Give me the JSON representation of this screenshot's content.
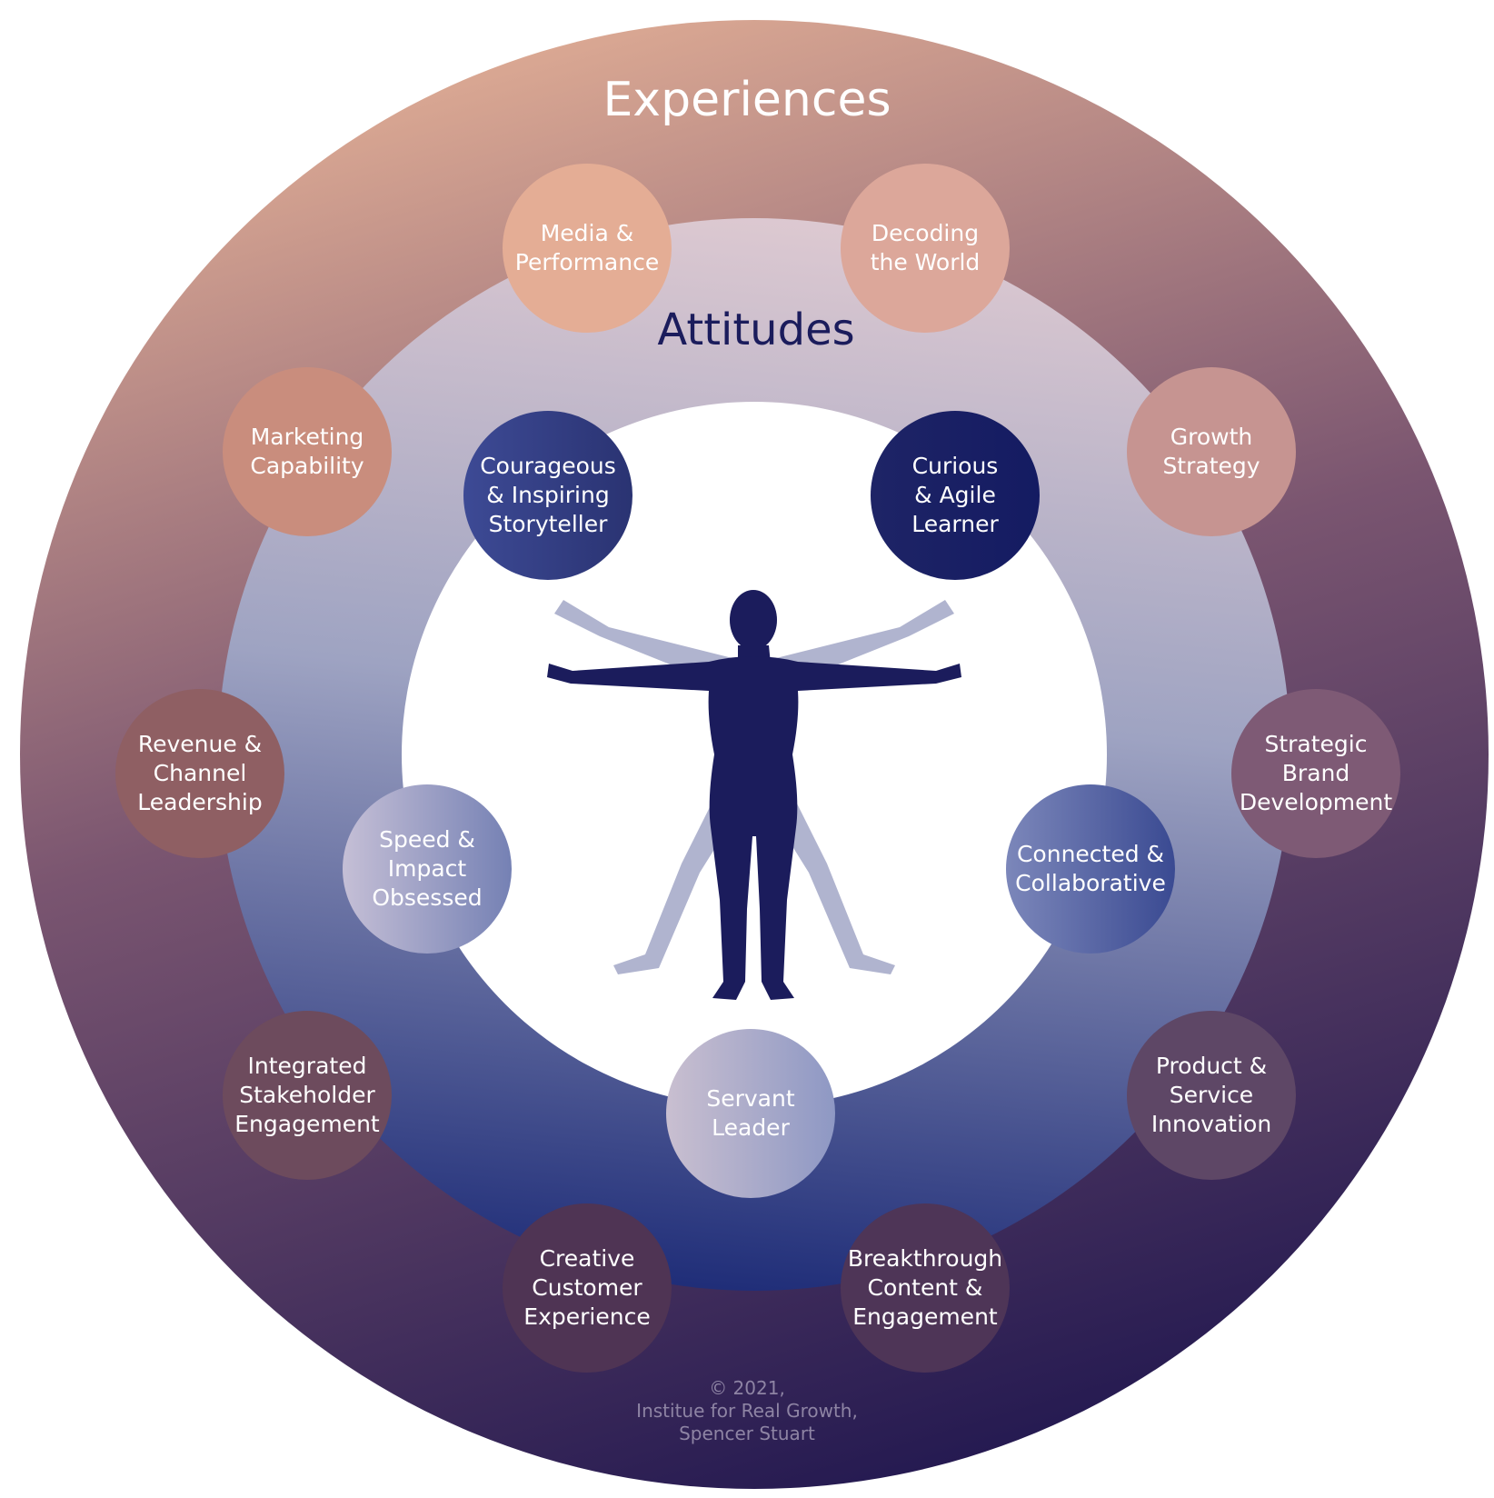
{
  "outer_heading": "Experiences",
  "inner_heading": "Attitudes",
  "experiences": [
    "Media &\nPerformance",
    "Decoding\nthe World",
    "Growth\nStrategy",
    "Strategic\nBrand\nDevelopment",
    "Product &\nService\nInnovation",
    "Breakthrough\nContent &\nEngagement",
    "Creative\nCustomer\nExperience",
    "Integrated\nStakeholder\nEngagement",
    "Revenue &\nChannel\nLeadership",
    "Marketing\nCapability"
  ],
  "attitudes": [
    "Courageous\n& Inspiring\nStoryteller",
    "Curious\n& Agile\nLearner",
    "Connected &\nCollaborative",
    "Servant\nLeader",
    "Speed &\nImpact\nObsessed"
  ],
  "credit": "© 2021,\nInstitue for Real Growth,\nSpencer Stuart",
  "colors": {
    "ring_top": "#deab94",
    "ring_bottom": "#221850",
    "band_top": "#ddc9d1",
    "band_bottom": "#1f2d78",
    "figure": "#1b1c5c",
    "figure_ghost": "#b0b4cf",
    "attitude_title": "#1b1c5c"
  }
}
